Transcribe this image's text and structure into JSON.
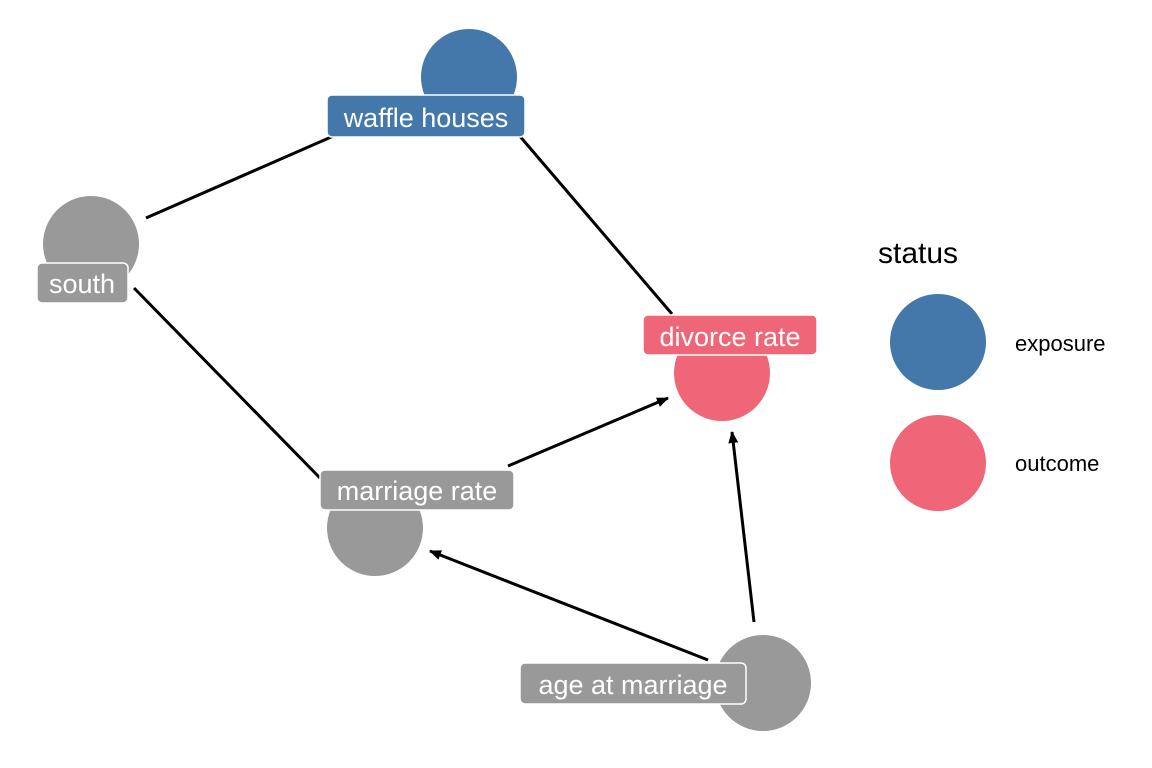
{
  "colors": {
    "exposure": "#4477aa",
    "outcome": "#ee6677",
    "other": "#999999",
    "edge": "#000000",
    "label_text": "#ffffff"
  },
  "nodes": [
    {
      "id": "waffle",
      "label": "waffle houses",
      "status": "exposure"
    },
    {
      "id": "south",
      "label": "south",
      "status": "other"
    },
    {
      "id": "divorce",
      "label": "divorce rate",
      "status": "outcome"
    },
    {
      "id": "marriage",
      "label": "marriage rate",
      "status": "other"
    },
    {
      "id": "age",
      "label": "age at marriage",
      "status": "other"
    }
  ],
  "edges": [
    {
      "from": "south",
      "to": "waffle",
      "directed": false
    },
    {
      "from": "waffle",
      "to": "divorce",
      "directed": false
    },
    {
      "from": "south",
      "to": "marriage",
      "directed": false
    },
    {
      "from": "marriage",
      "to": "divorce",
      "directed": true
    },
    {
      "from": "age",
      "to": "marriage",
      "directed": true
    },
    {
      "from": "age",
      "to": "divorce",
      "directed": true
    }
  ],
  "legend": {
    "title": "status",
    "items": [
      {
        "label": "exposure",
        "status": "exposure"
      },
      {
        "label": "outcome",
        "status": "outcome"
      }
    ]
  }
}
